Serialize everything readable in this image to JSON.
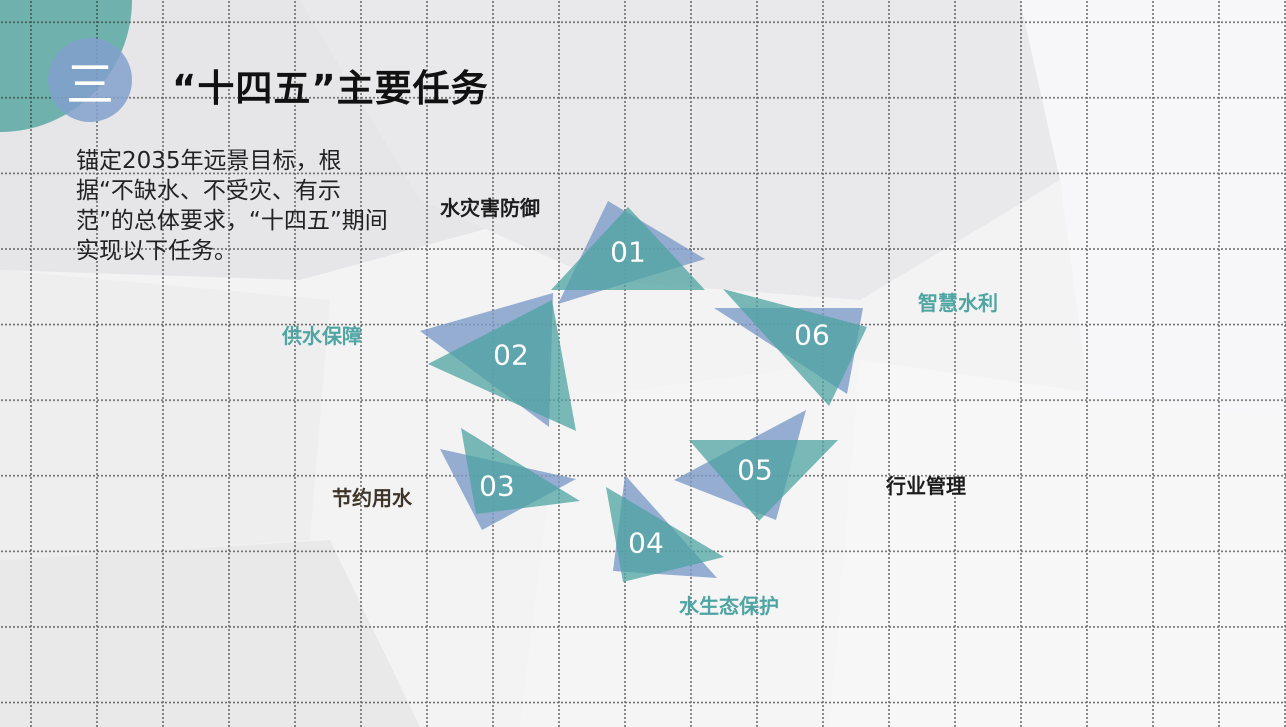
{
  "header": {
    "section_number": "三",
    "title": "“十四五”主要任务"
  },
  "intro": "锚定2035年远景目标，根据“不缺水、不受灾、有示范”的总体要求，“十四五”期间实现以下任务。",
  "tasks": [
    {
      "number": "01",
      "label": "水灾害防御"
    },
    {
      "number": "02",
      "label": "供水保障"
    },
    {
      "number": "03",
      "label": "节约用水"
    },
    {
      "number": "04",
      "label": "水生态保护"
    },
    {
      "number": "05",
      "label": "行业管理"
    },
    {
      "number": "06",
      "label": "智慧水利"
    }
  ],
  "colors": {
    "blue": "#7c9bc8",
    "teal": "#4ea3a0",
    "label_teal": "#4fa5a2"
  }
}
